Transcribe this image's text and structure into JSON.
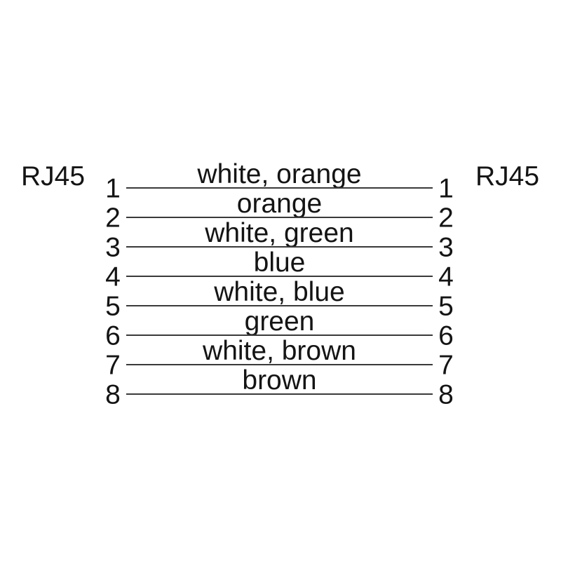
{
  "diagram": {
    "connectors": {
      "left": {
        "label": "RJ45"
      },
      "right": {
        "label": "RJ45"
      }
    },
    "wires": [
      {
        "pin_left": "1",
        "pin_right": "1",
        "color": "white, orange"
      },
      {
        "pin_left": "2",
        "pin_right": "2",
        "color": "orange"
      },
      {
        "pin_left": "3",
        "pin_right": "3",
        "color": "white, green"
      },
      {
        "pin_left": "4",
        "pin_right": "4",
        "color": "blue"
      },
      {
        "pin_left": "5",
        "pin_right": "5",
        "color": "white, blue"
      },
      {
        "pin_left": "6",
        "pin_right": "6",
        "color": "green"
      },
      {
        "pin_left": "7",
        "pin_right": "7",
        "color": "white, brown"
      },
      {
        "pin_left": "8",
        "pin_right": "8",
        "color": "brown"
      }
    ],
    "colors": {
      "line": "#3a3a3a",
      "text": "#141414",
      "background": "#ffffff"
    }
  }
}
